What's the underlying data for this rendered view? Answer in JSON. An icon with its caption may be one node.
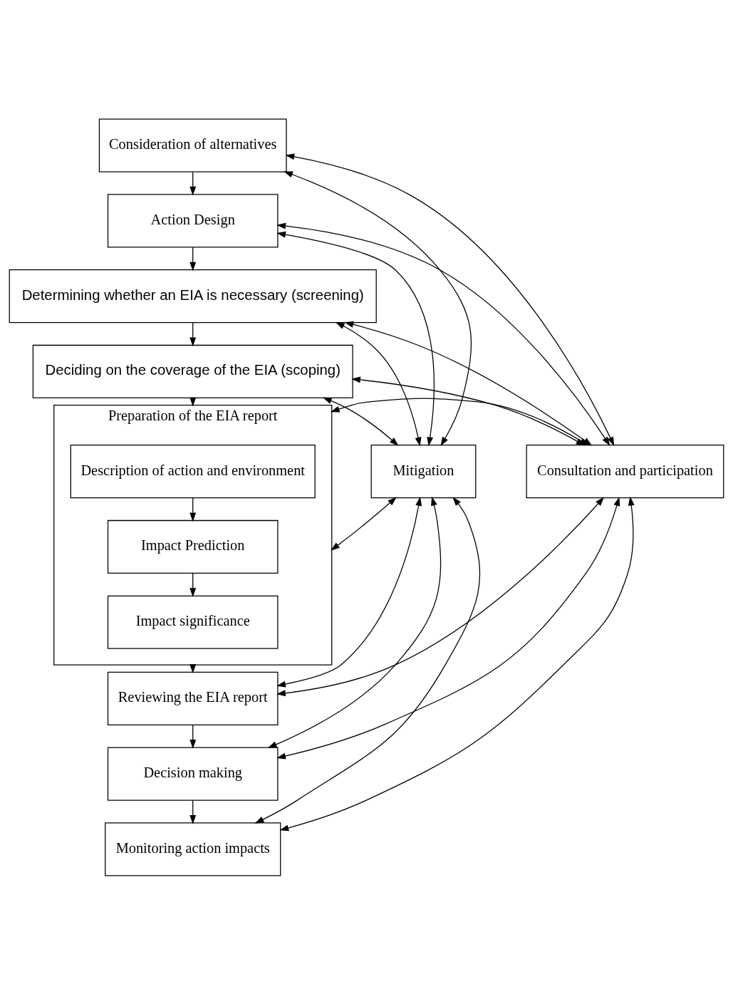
{
  "diagram": {
    "nodes": [
      {
        "text": [
          "Consideration of alternatives"
        ]
      },
      {
        "text": [
          "Action Design"
        ]
      },
      {
        "text": [
          "Determining whether an EIA is necessary (screening)"
        ]
      },
      {
        "text": [
          "Deciding on the coverage of the EIA (scoping)"
        ]
      },
      {
        "text": [
          "Preparation of the EIA report"
        ]
      },
      {
        "text": [
          "Description of action and environment"
        ],
        "in": 4
      },
      {
        "text": [
          "Impact Prediction"
        ],
        "in": 4
      },
      {
        "text": [
          "Impact significance"
        ],
        "in": 4
      },
      {
        "text": [
          "Reviewing the EIA report"
        ]
      },
      {
        "text": [
          "Decision making"
        ]
      },
      {
        "text": [
          "Monitoring action impacts"
        ]
      },
      {
        "text": [
          "Consultation and participation"
        ]
      },
      {
        "text": [
          "Mitigation"
        ]
      }
    ],
    "edges": [
      {
        "from": 0,
        "to": 1,
        "arrow": "to"
      },
      {
        "from": 1,
        "to": 2,
        "arrow": "to"
      },
      {
        "from": 2,
        "to": 3,
        "arrow": "to"
      },
      {
        "from": 3,
        "to": 4,
        "arrow": "to"
      },
      {
        "from": 5,
        "to": 6,
        "arrow": "to"
      },
      {
        "from": 6,
        "to": 7,
        "arrow": "to"
      },
      {
        "from": 4,
        "to": 8,
        "arrow": "to"
      },
      {
        "from": 8,
        "to": 9,
        "arrow": "to"
      },
      {
        "from": 9,
        "to": 10,
        "arrow": "to"
      },
      {
        "from": 11,
        "to": 0,
        "arrow": "both"
      },
      {
        "from": 11,
        "to": 1,
        "arrow": "both"
      },
      {
        "from": 11,
        "to": 2,
        "arrow": "both"
      },
      {
        "from": 11,
        "to": 3,
        "arrow": "both"
      },
      {
        "from": 11,
        "to": 4,
        "arrow": "both"
      },
      {
        "from": 11,
        "to": 8,
        "arrow": "both"
      },
      {
        "from": 11,
        "to": 9,
        "arrow": "both"
      },
      {
        "from": 11,
        "to": 10,
        "arrow": "both"
      },
      {
        "from": 0,
        "to": 12,
        "arrow": "both"
      },
      {
        "from": 1,
        "to": 12,
        "arrow": "both"
      },
      {
        "from": 2,
        "to": 12,
        "arrow": "both"
      },
      {
        "from": 3,
        "to": 12,
        "arrow": "both"
      },
      {
        "from": 4,
        "to": 12,
        "arrow": "both"
      },
      {
        "from": 8,
        "to": 12,
        "arrow": "both"
      },
      {
        "from": 9,
        "to": 12,
        "arrow": "both"
      },
      {
        "from": 10,
        "to": 12,
        "arrow": "both"
      }
    ]
  }
}
